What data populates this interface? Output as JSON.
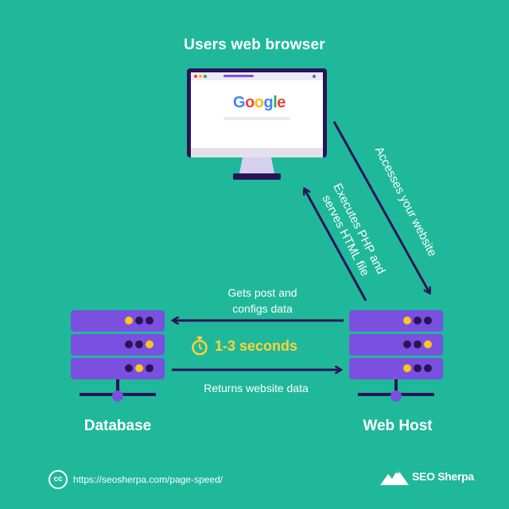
{
  "nodes": {
    "browser": {
      "label": "Users web browser",
      "search_logo": "Google"
    },
    "database": {
      "label": "Database"
    },
    "web_host": {
      "label": "Web Host"
    }
  },
  "edges": {
    "access": {
      "label": "Accesses your website"
    },
    "execute": {
      "line1": "Executes PHP and",
      "line2": "serves HTML file"
    },
    "gets": {
      "line1": "Gets post and",
      "line2": "configs data"
    },
    "returns": {
      "label": "Returns website data"
    }
  },
  "timing": {
    "label": "1-3 seconds",
    "icon": "stopwatch-icon"
  },
  "footer": {
    "license_icon": "cc-icon",
    "license_text": "cc",
    "url": "https://seosherpa.com/page-speed/",
    "brand_text": "SEO Sherpa",
    "brand_icon": "mountain-icon"
  },
  "colors": {
    "background": "#1fb89a",
    "arrow": "#2a1458",
    "server_body": "#7b4fe0",
    "server_dot_yellow": "#ffc61a",
    "server_dot_dark": "#2a1458",
    "highlight": "#ffd43b",
    "google_blue": "#4285f4",
    "google_red": "#ea4335",
    "google_yellow": "#fbbc05",
    "google_green": "#34a853"
  }
}
